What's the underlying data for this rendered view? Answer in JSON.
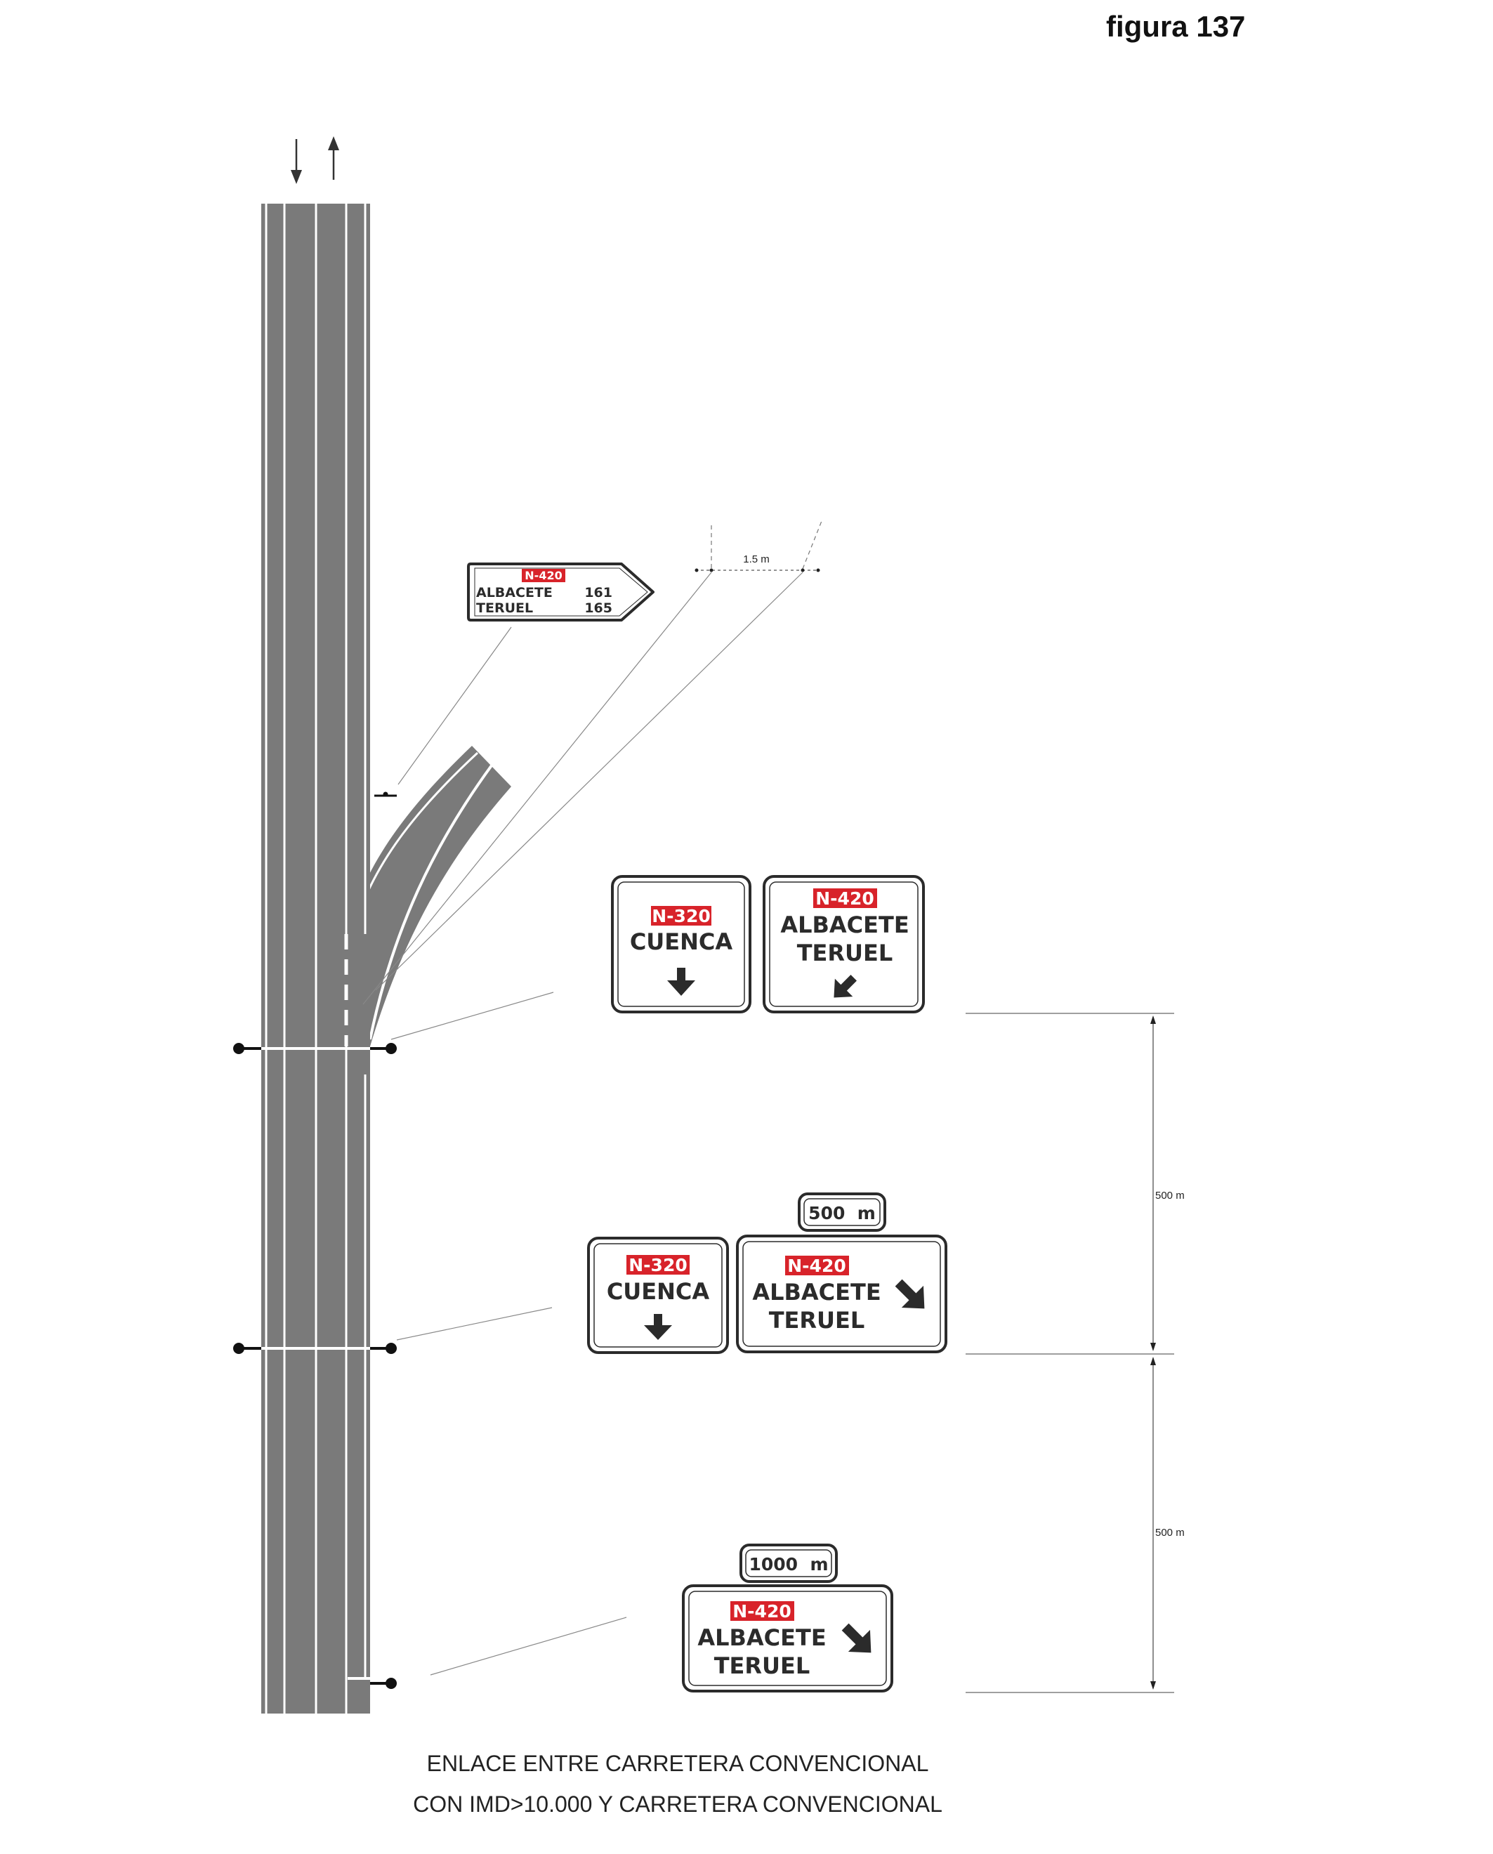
{
  "figure": {
    "title": "figura 137"
  },
  "caption": {
    "line1": "ENLACE ENTRE CARRETERA CONVENCIONAL",
    "line2": "CON IMD>10.000 Y CARRETERA CONVENCIONAL"
  },
  "colors": {
    "road": "#7a7a7a",
    "badge_red": "#d8232a",
    "sign_border": "#2b2b2b",
    "marking": "#ffffff"
  },
  "dimensions": {
    "top_offset": "1.5 m",
    "upper_gap": "500 m",
    "lower_gap": "500 m"
  },
  "signs": {
    "exit_pointer": {
      "road": "N-420",
      "dest1": "ALBACETE",
      "dist1": "161",
      "dest2": "TERUEL",
      "dist2": "165"
    },
    "gore_left": {
      "road": "N-320",
      "dest": "CUENCA",
      "arrow": "arrow-down-icon"
    },
    "gore_right": {
      "road": "N-420",
      "dest1": "ALBACETE",
      "dest2": "TERUEL",
      "arrow": "arrow-down-right-icon"
    },
    "pre_left": {
      "road": "N-320",
      "dest": "CUENCA",
      "arrow": "arrow-down-icon"
    },
    "pre_right": {
      "plate": "500  m",
      "road": "N-420",
      "dest1": "ALBACETE",
      "dest2": "TERUEL",
      "arrow": "arrow-down-right-icon"
    },
    "advance": {
      "plate": "1000  m",
      "road": "N-420",
      "dest1": "ALBACETE",
      "dest2": "TERUEL",
      "arrow": "arrow-down-right-icon"
    }
  }
}
